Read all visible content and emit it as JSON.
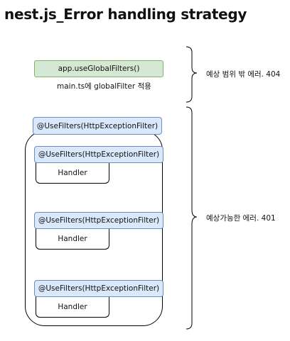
{
  "title": "nest.js_Error handling strategy",
  "global": {
    "filter_label": "app.useGlobalFilters()",
    "caption": "main.ts에 globalFilter 적용"
  },
  "outer_filter": "@UseFilters(HttpExceptionFilter)",
  "groups": [
    {
      "filter": "@UseFilters(HttpExceptionFilter)",
      "handler": "Handler"
    },
    {
      "filter": "@UseFilters(HttpExceptionFilter)",
      "handler": "Handler"
    },
    {
      "filter": "@UseFilters(HttpExceptionFilter)",
      "handler": "Handler"
    }
  ],
  "annotations": {
    "unexpected": "예상 범위 밖 에러. 404",
    "expected": "예상가능한 에러. 401"
  },
  "colors": {
    "green_fill": "#d5e8d4",
    "green_stroke": "#82b366",
    "blue_fill": "#dae8fc",
    "blue_stroke": "#6c8ebf"
  }
}
